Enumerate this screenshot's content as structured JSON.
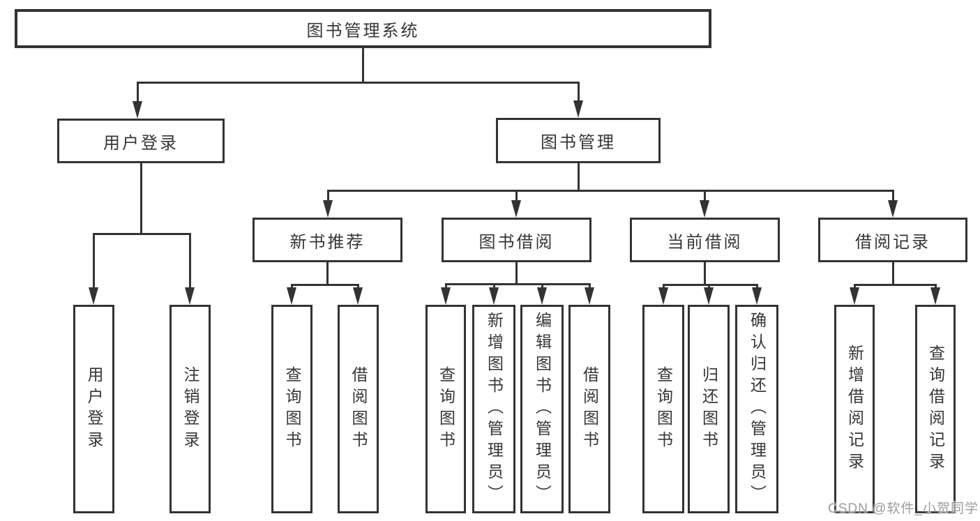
{
  "tree": {
    "root": {
      "label": "图书管理系统"
    },
    "branches": [
      {
        "label": "用户登录",
        "children": [
          {
            "label": "用户登录"
          },
          {
            "label": "注销登录"
          }
        ]
      },
      {
        "label": "图书管理",
        "children": [
          {
            "label": "新书推荐",
            "children": [
              {
                "label": "查询图书"
              },
              {
                "label": "借阅图书"
              }
            ]
          },
          {
            "label": "图书借阅",
            "children": [
              {
                "label": "查询图书"
              },
              {
                "label": "新增图书（管理员）"
              },
              {
                "label": "编辑图书（管理员）"
              },
              {
                "label": "借阅图书"
              }
            ]
          },
          {
            "label": "当前借阅",
            "children": [
              {
                "label": "查询图书"
              },
              {
                "label": "归还图书"
              },
              {
                "label": "确认归还（管理员）"
              }
            ]
          },
          {
            "label": "借阅记录",
            "children": [
              {
                "label": "新增借阅记录"
              },
              {
                "label": "查询借阅记录"
              }
            ]
          }
        ]
      }
    ]
  },
  "watermark": {
    "text": "CSDN @软件_小贺同学"
  },
  "colors": {
    "line": "#333333",
    "text": "#363636",
    "background": "#ffffff",
    "watermark": "#9c9c9c"
  }
}
